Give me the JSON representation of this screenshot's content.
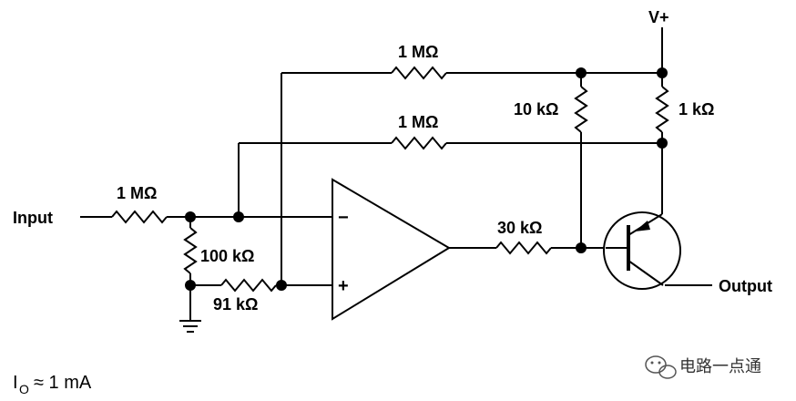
{
  "supply": {
    "label": "V+"
  },
  "input": {
    "label": "Input"
  },
  "output": {
    "label": "Output"
  },
  "op_amp": {
    "inverting_sign": "−",
    "noninverting_sign": "+"
  },
  "resistors": {
    "r_input": "1 MΩ",
    "r_feedback_top": "1 MΩ",
    "r_feedback_mid": "1 MΩ",
    "r_10k": "10 kΩ",
    "r_1k": "1 kΩ",
    "r_100k": "100 kΩ",
    "r_91k": "91 kΩ",
    "r_30k": "30 kΩ"
  },
  "note": {
    "symbol": "I",
    "subscript": "O",
    "text": "≈ 1 mA"
  },
  "watermark": {
    "text": "电路一点通"
  }
}
